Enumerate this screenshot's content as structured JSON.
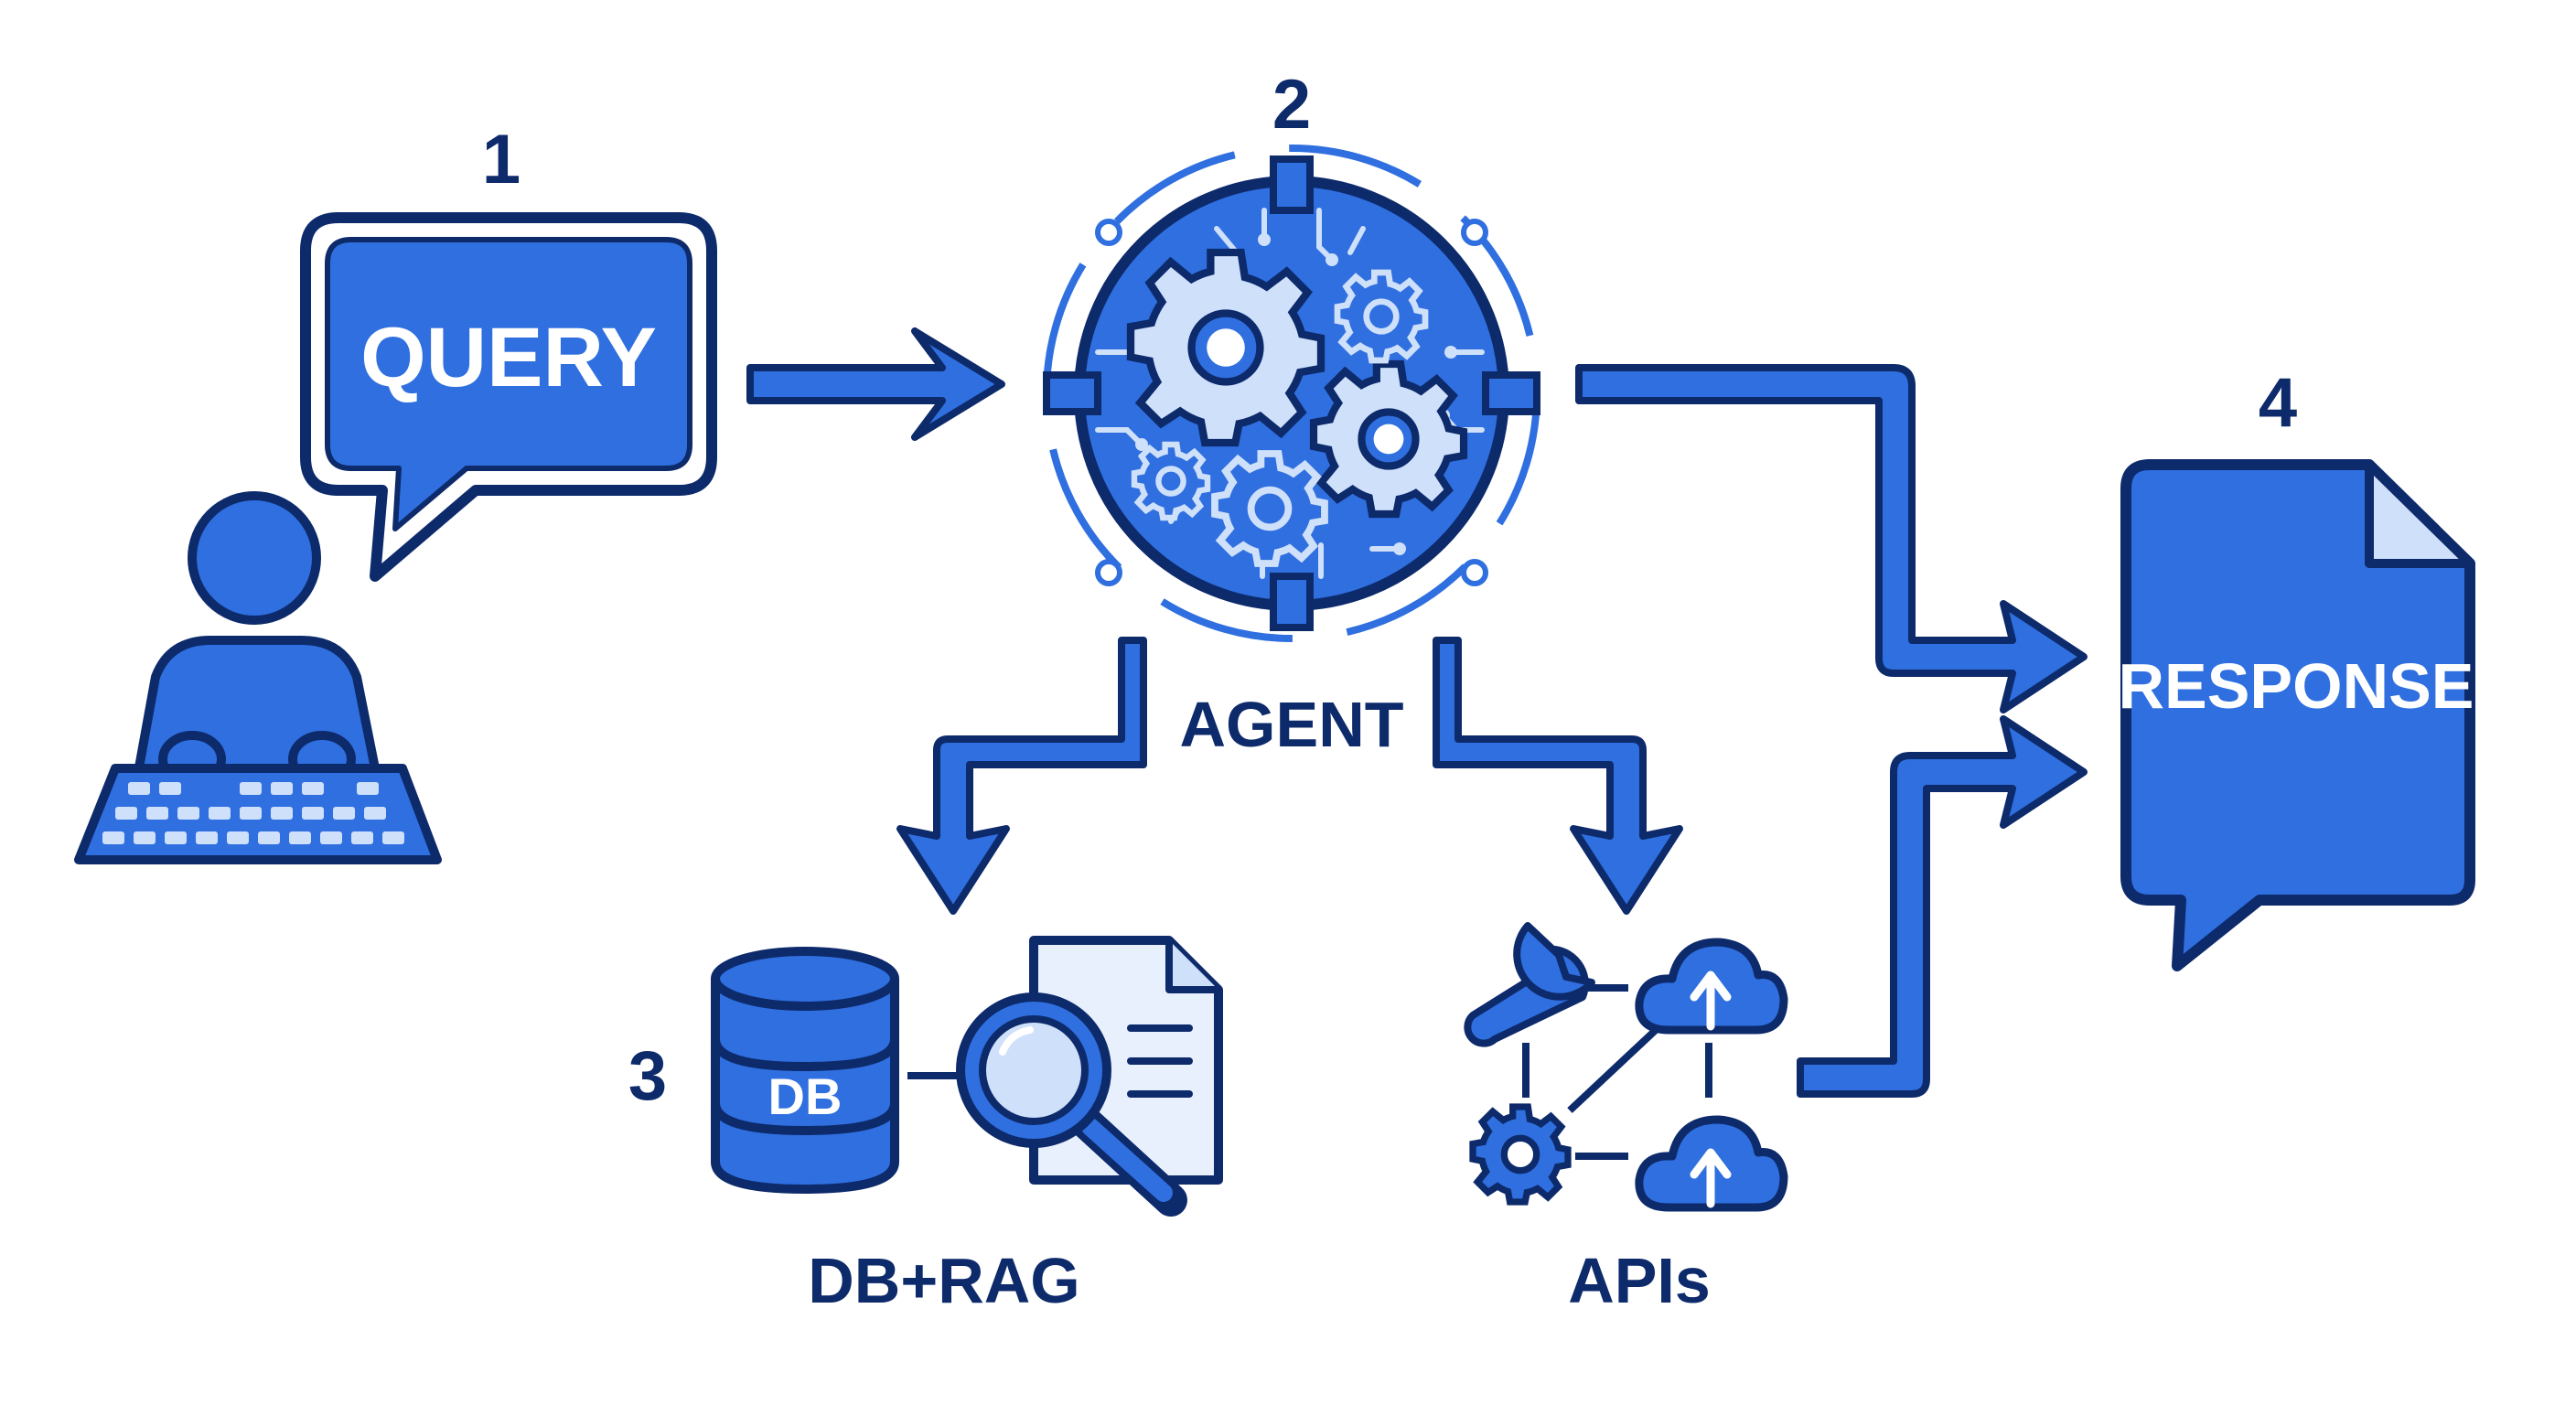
{
  "steps": {
    "query_number": "1",
    "agent_number": "2",
    "db_number": "3",
    "response_number": "4"
  },
  "labels": {
    "query": "QUERY",
    "agent": "AGENT",
    "db_icon": "DB",
    "db_rag": "DB+RAG",
    "apis": "APIs",
    "response": "RESPONSE"
  },
  "colors": {
    "primary_blue": "#2f6fdf",
    "navy": "#0d2a6b",
    "light_blue": "#cfe0fb",
    "background": "#ffffff"
  },
  "icons": [
    "user-icon",
    "keyboard-icon",
    "chat-bubble-icon",
    "gear-icon",
    "circuit-icon",
    "database-icon",
    "document-search-icon",
    "wrench-icon",
    "cloud-upload-icon",
    "response-document-icon"
  ]
}
